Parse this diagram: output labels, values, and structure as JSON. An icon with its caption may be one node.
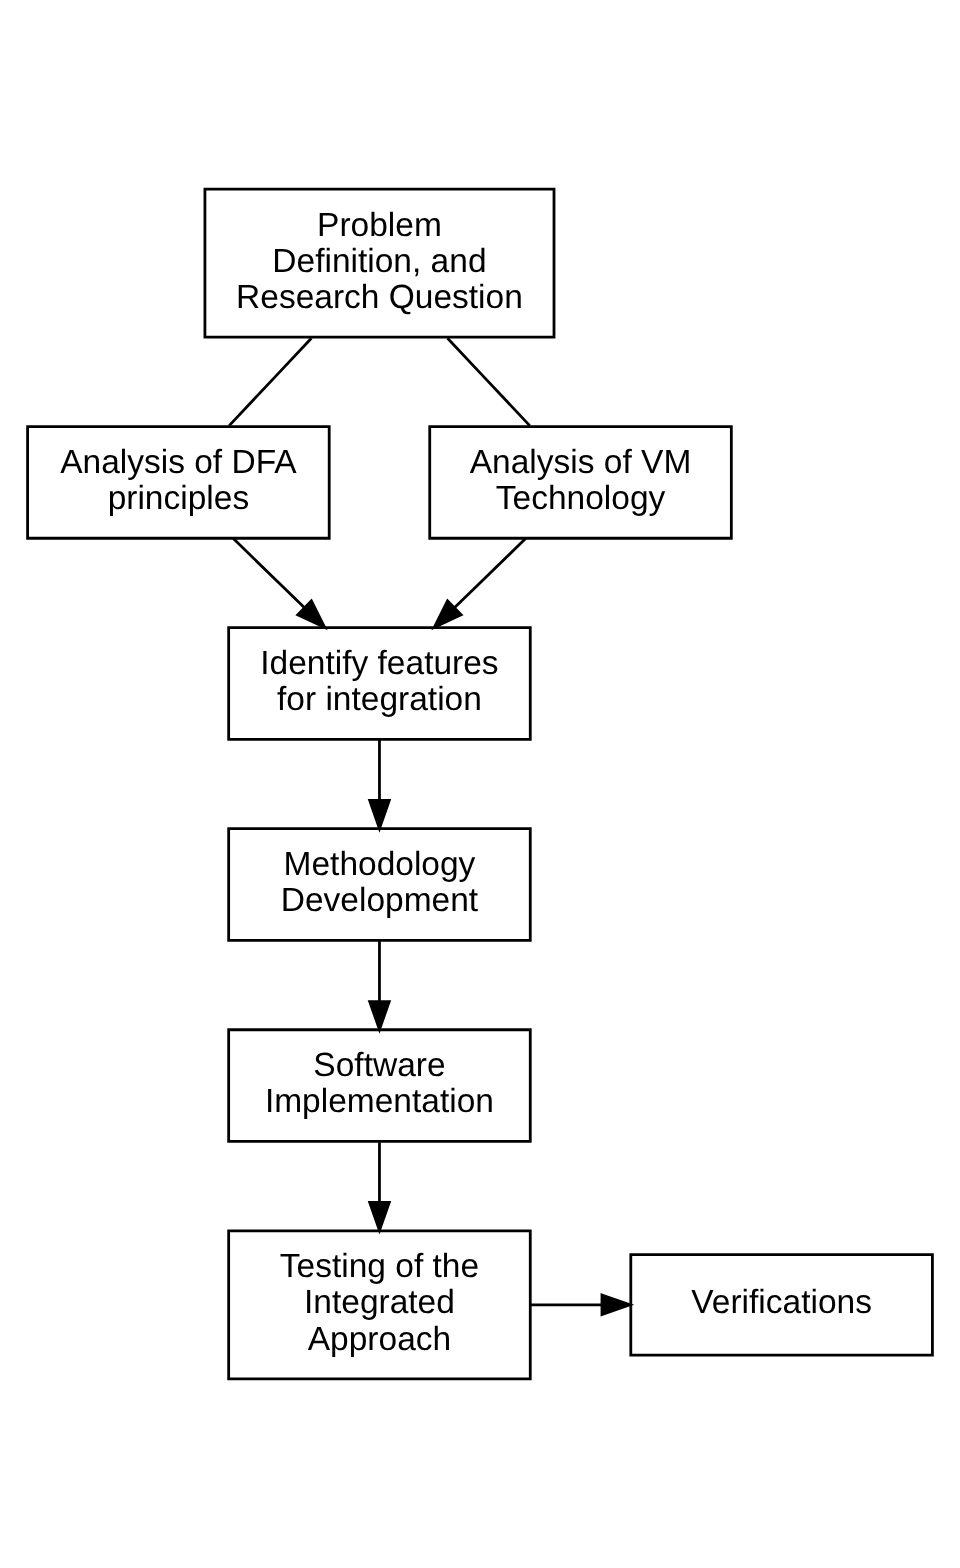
{
  "diagram": {
    "nodes": [
      {
        "text": [
          "Problem Definition, and Research Question"
        ]
      },
      {
        "text": [
          "Analysis of DFA principles"
        ]
      },
      {
        "text": [
          "Analysis of VM Technology"
        ]
      },
      {
        "text": [
          "Identify features for integration"
        ]
      },
      {
        "text": [
          "Methodology Development"
        ]
      },
      {
        "text": [
          "Software Implementation"
        ]
      },
      {
        "text": [
          "Testing of the Integrated Approach"
        ]
      },
      {
        "text": [
          "Verifications"
        ]
      }
    ],
    "edges": [
      {
        "from": 0,
        "to": 1,
        "arrow": "none"
      },
      {
        "from": 0,
        "to": 2,
        "arrow": "none"
      },
      {
        "from": 1,
        "to": 3,
        "arrow": "to"
      },
      {
        "from": 2,
        "to": 3,
        "arrow": "to"
      },
      {
        "from": 3,
        "to": 4,
        "arrow": "to"
      },
      {
        "from": 4,
        "to": 5,
        "arrow": "to"
      },
      {
        "from": 5,
        "to": 6,
        "arrow": "to"
      },
      {
        "from": 6,
        "to": 7,
        "arrow": "to"
      }
    ]
  }
}
